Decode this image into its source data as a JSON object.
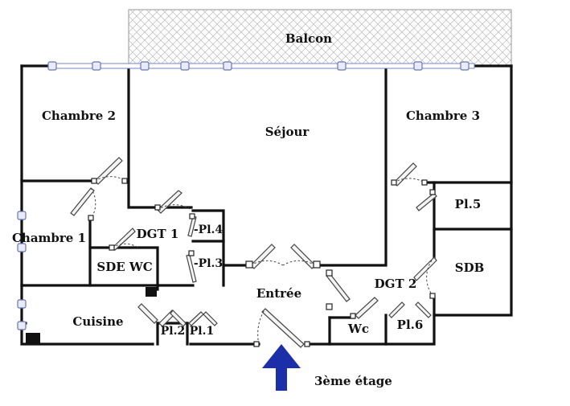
{
  "plan": {
    "rooms": {
      "balcon": "Balcon",
      "chambre2": "Chambre 2",
      "sejour": "Séjour",
      "chambre3": "Chambre 3",
      "pl5": "Pl.5",
      "chambre1": "Chambre 1",
      "dgt1": "DGT 1",
      "pl4": "-Pl.4",
      "pl3": "-Pl.3",
      "sde_wc": "SDE WC",
      "sdb": "SDB",
      "entree": "Entrée",
      "dgt2": "DGT 2",
      "cuisine": "Cuisine",
      "pl2": "Pl.2",
      "pl1": "Pl.1",
      "wc": "Wc",
      "pl6": "Pl.6"
    },
    "entrance_label": "3ème étage",
    "colors": {
      "arrow": "#1a2fa8",
      "walls": "#111111",
      "window": "#7a86c7",
      "balcony_hatch": "#b9b9b9"
    },
    "icons": {
      "entrance": "arrow-up-icon"
    }
  }
}
